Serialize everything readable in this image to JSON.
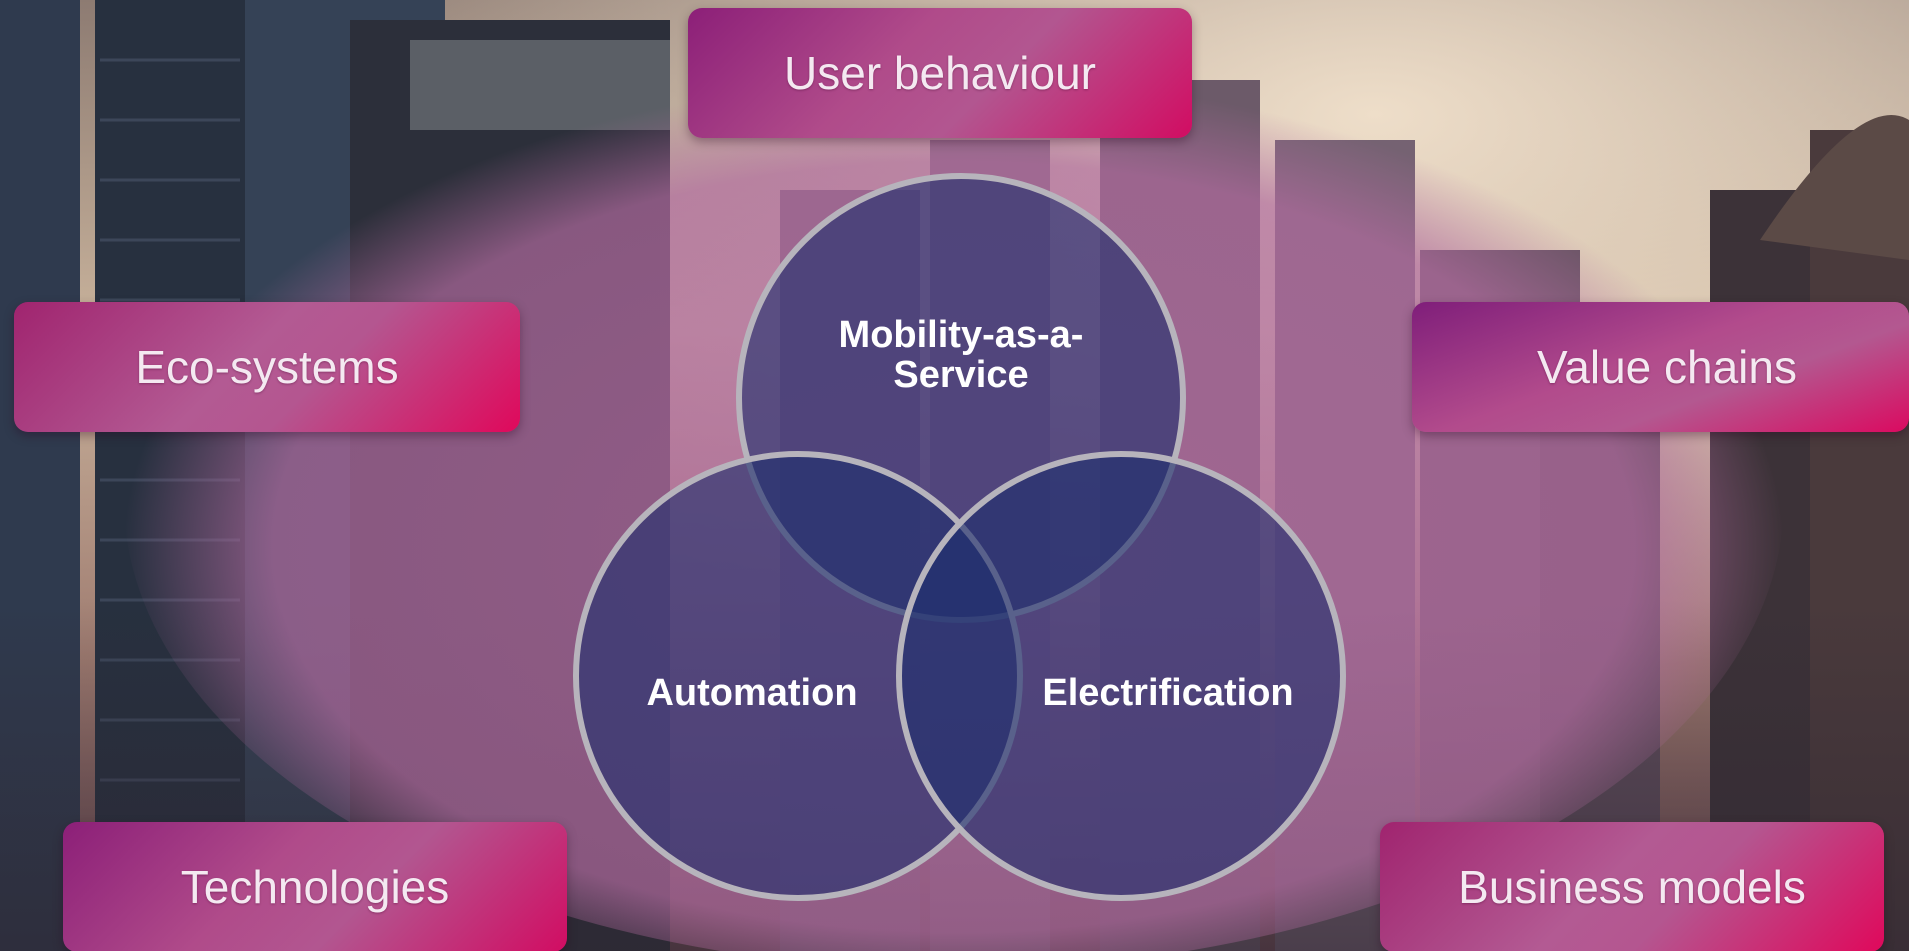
{
  "boxes": {
    "user_behaviour": "User behaviour",
    "eco_systems": "Eco-systems",
    "value_chains": "Value chains",
    "technologies": "Technologies",
    "business_models": "Business models"
  },
  "venn": {
    "top_line1": "Mobility-as-a-",
    "top_line2": "Service",
    "left": "Automation",
    "right": "Electrification"
  },
  "colors": {
    "circle_fill": "#1f2e6e",
    "circle_stroke": "#b7b4bc",
    "box_magenta": "#c8106a",
    "overlay_pink": "#b06a9e"
  },
  "icons": {
    "background": "city-skyline-image"
  }
}
